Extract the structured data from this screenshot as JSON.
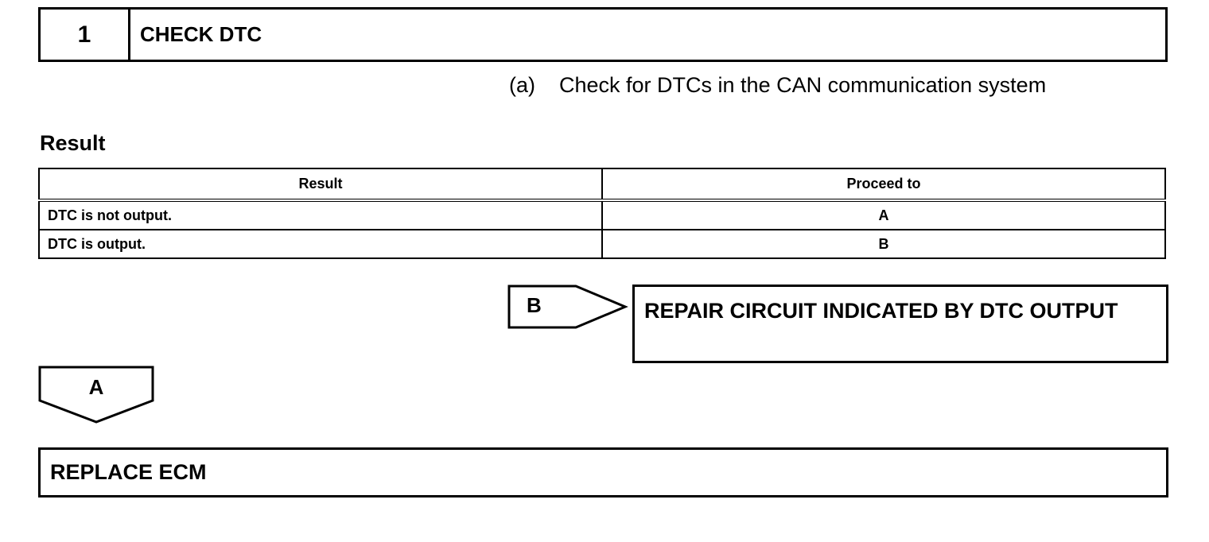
{
  "step": {
    "number": "1",
    "title": "CHECK DTC"
  },
  "instruction": {
    "marker": "(a)",
    "text": "Check for DTCs in the CAN communication system"
  },
  "result_heading": "Result",
  "result_table": {
    "columns": [
      "Result",
      "Proceed to"
    ],
    "rows": [
      {
        "result": "DTC is not output.",
        "proceed": "A"
      },
      {
        "result": "DTC is output.",
        "proceed": "B"
      }
    ]
  },
  "branch_b": {
    "label": "B",
    "action": "REPAIR CIRCUIT INDICATED BY DTC OUTPUT"
  },
  "branch_a": {
    "label": "A",
    "action": "REPLACE ECM"
  }
}
